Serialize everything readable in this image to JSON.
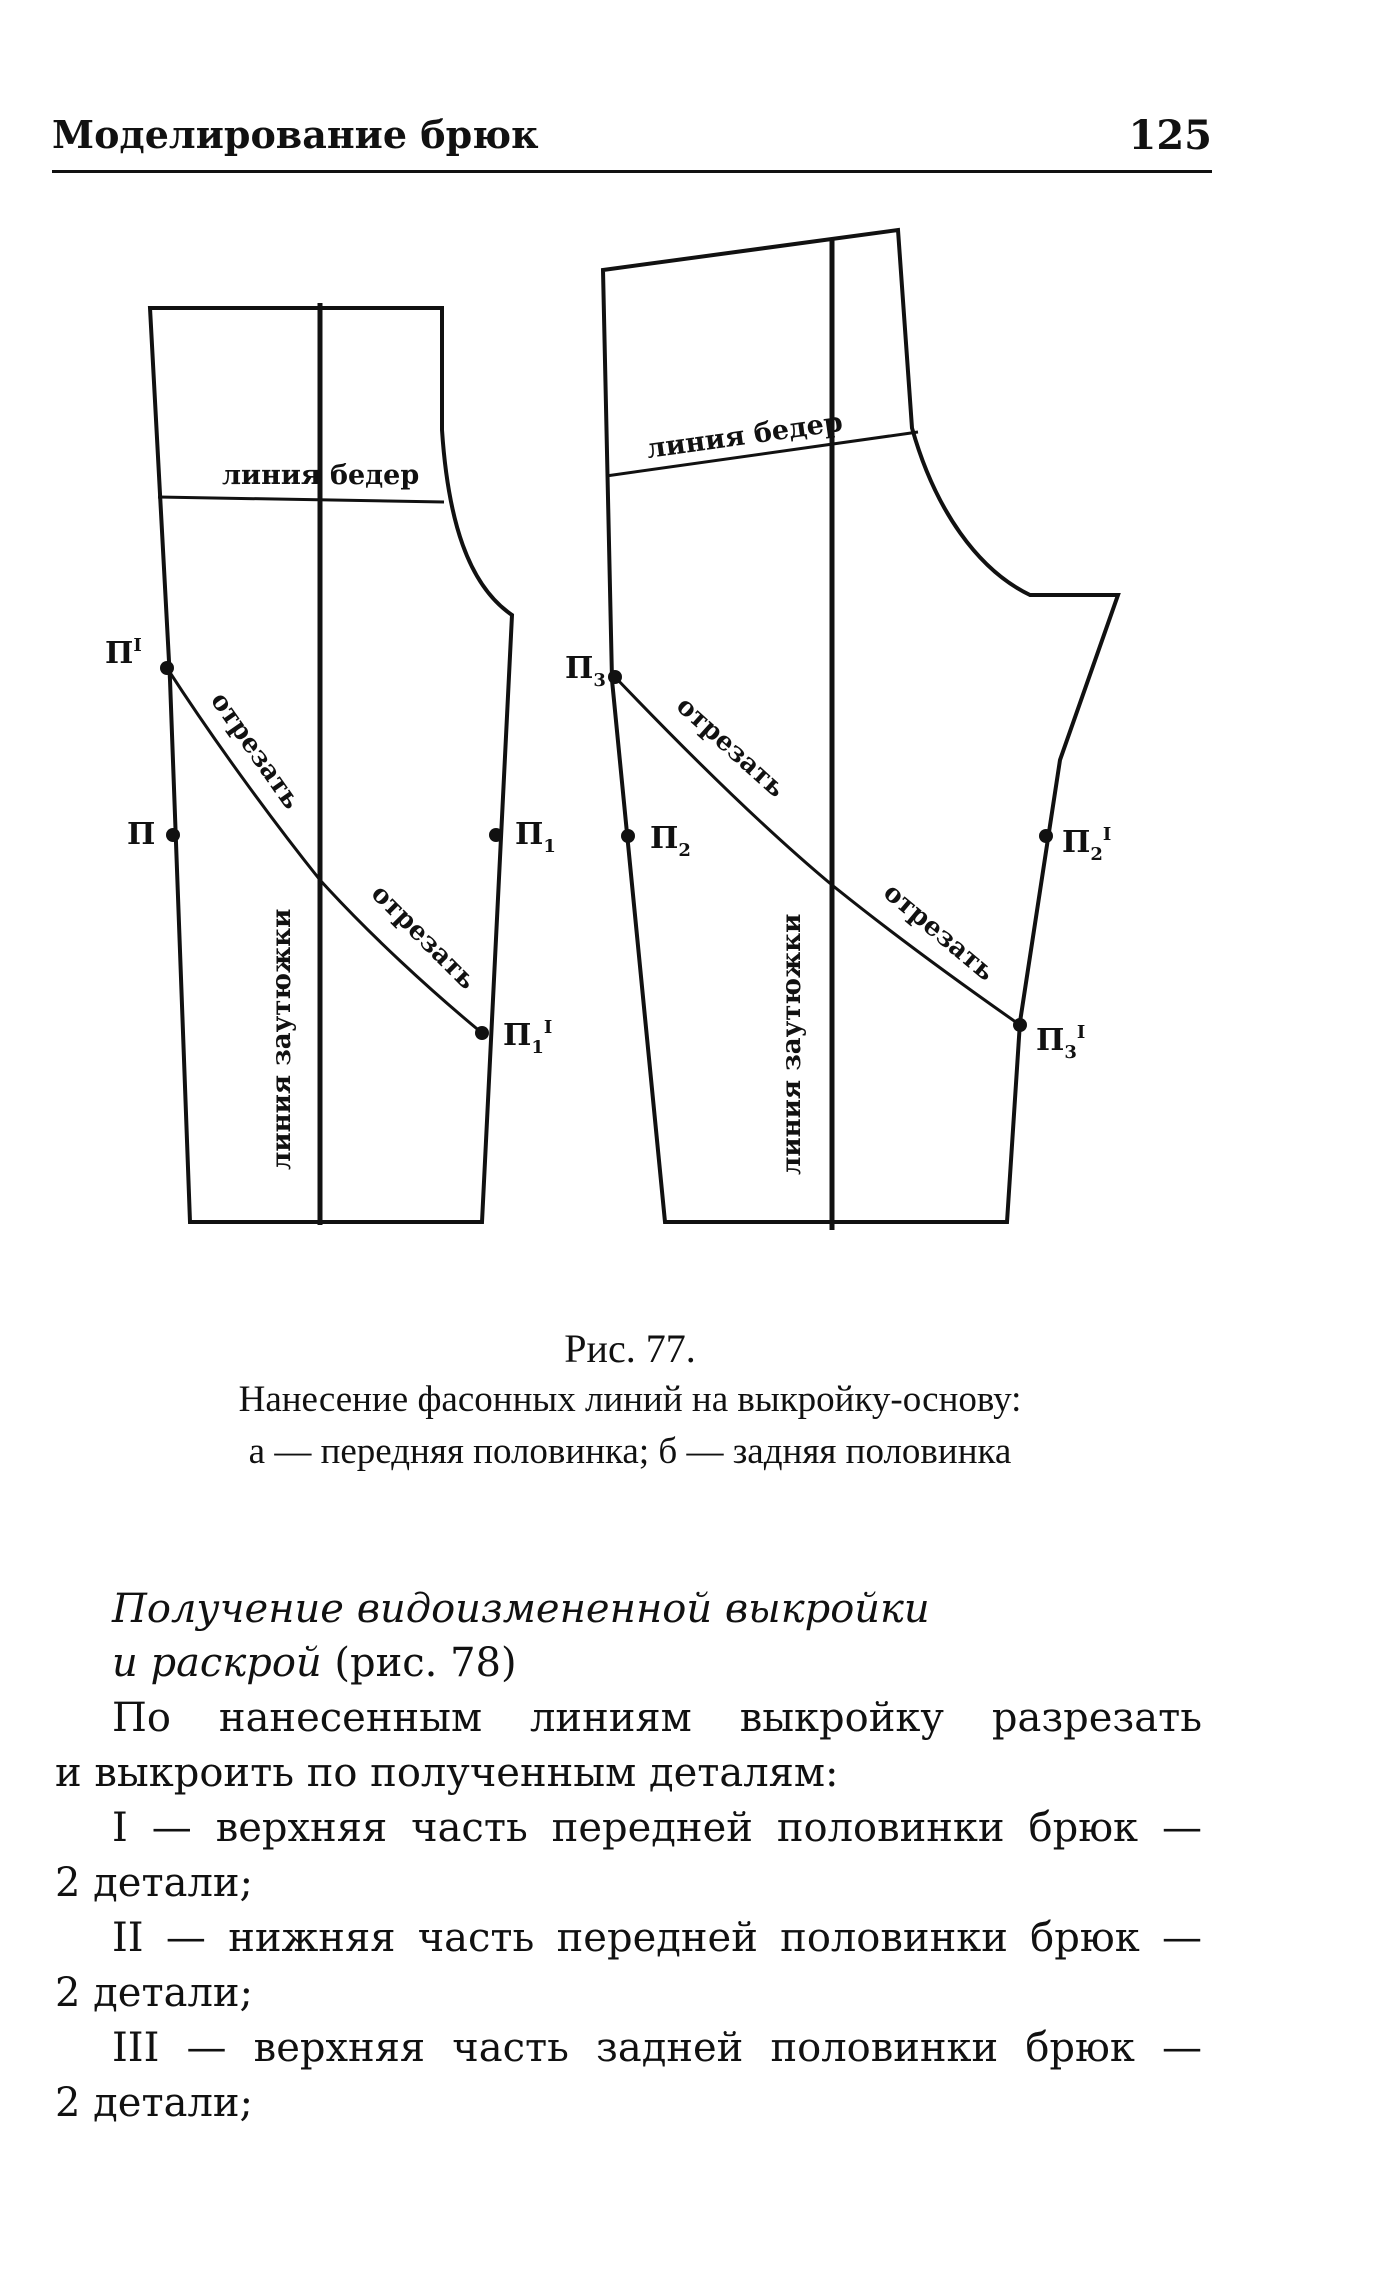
{
  "header": {
    "title": "Моделирование брюк",
    "page_number": "125"
  },
  "figure": {
    "front": {
      "hip_line_left": "линия",
      "hip_line_right": "бедер",
      "crease_line": "линия заутюжки",
      "cut_upper": "отрезать",
      "cut_lower": "отрезать",
      "point_p_top": "П",
      "point_p_top_sup": "I",
      "point_p": "П",
      "point_p1": "П",
      "point_p1_sub": "1",
      "point_p1_top": "П",
      "point_p1_top_sub": "1",
      "point_p1_top_sup": "I"
    },
    "back": {
      "hip_line": "линия бедер",
      "crease_line": "линия заутюжки",
      "cut_upper": "отрезать",
      "cut_lower": "отрезать",
      "point_p3": "П",
      "point_p3_sub": "3",
      "point_p2": "П",
      "point_p2_sub": "2",
      "point_p2_top": "П",
      "point_p2_top_sub": "2",
      "point_p2_top_sup": "I",
      "point_p3_top": "П",
      "point_p3_top_sub": "3",
      "point_p3_top_sup": "I"
    }
  },
  "caption": {
    "number": "Рис. 77.",
    "line1": "Нанесение фасонных линий на выкройку-основу:",
    "line2": "а — передняя половинка; б — задняя половинка"
  },
  "section": {
    "heading_line1": "Получение видоизмененной выкройки",
    "heading_line2": "и раскрой",
    "heading_ref": "(рис. 78)"
  },
  "body": {
    "p1_line1": "По нанесенным линиям выкройку разрезать",
    "p1_line2": "и выкроить по полученным деталям:",
    "item1_line1": "I — верхняя часть передней половинки брюк —",
    "item1_line2": "2 детали;",
    "item2_line1": "II — нижняя часть передней половинки брюк —",
    "item2_line2": "2 детали;",
    "item3_line1": "III — верхняя часть задней половинки брюк —",
    "item3_line2": "2 детали;"
  }
}
